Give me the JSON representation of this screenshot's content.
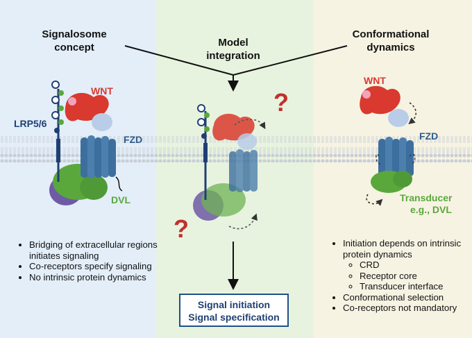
{
  "headings": {
    "left": "Signalosome\nconcept",
    "middle": "Model\nintegration",
    "right": "Conformational\ndynamics"
  },
  "labels": {
    "lrp": "LRP5/6",
    "wnt_left": "WNT",
    "fzd_left": "FZD",
    "dvl_left": "DVL",
    "wnt_right": "WNT",
    "fzd_right": "FZD",
    "transducer_line1": "Transducer",
    "transducer_line2": "e.g., DVL",
    "question_mark": "?"
  },
  "left_bullets": [
    "Bridging of extracellular regions initiates signaling",
    "Co-receptors specify signaling",
    "No intrinsic protein dynamics"
  ],
  "right_bullets": {
    "item1": "Initiation depends on intrinsic protein dynamics",
    "sub": [
      "CRD",
      "Receptor core",
      "Transducer interface"
    ],
    "item2": "Conformational selection",
    "item3": "Co-receptors not mandatory"
  },
  "signal_box": {
    "line1": "Signal initiation",
    "line2": "Signal specification"
  },
  "colors": {
    "left_bg": "#e3eef9",
    "middle_bg": "#e8f3df",
    "right_bg": "#f7f3e3",
    "wnt": "#d9392e",
    "fzd": "#3d6f9e",
    "dvl": "#5aa83c",
    "lrp": "#1f3f73"
  }
}
